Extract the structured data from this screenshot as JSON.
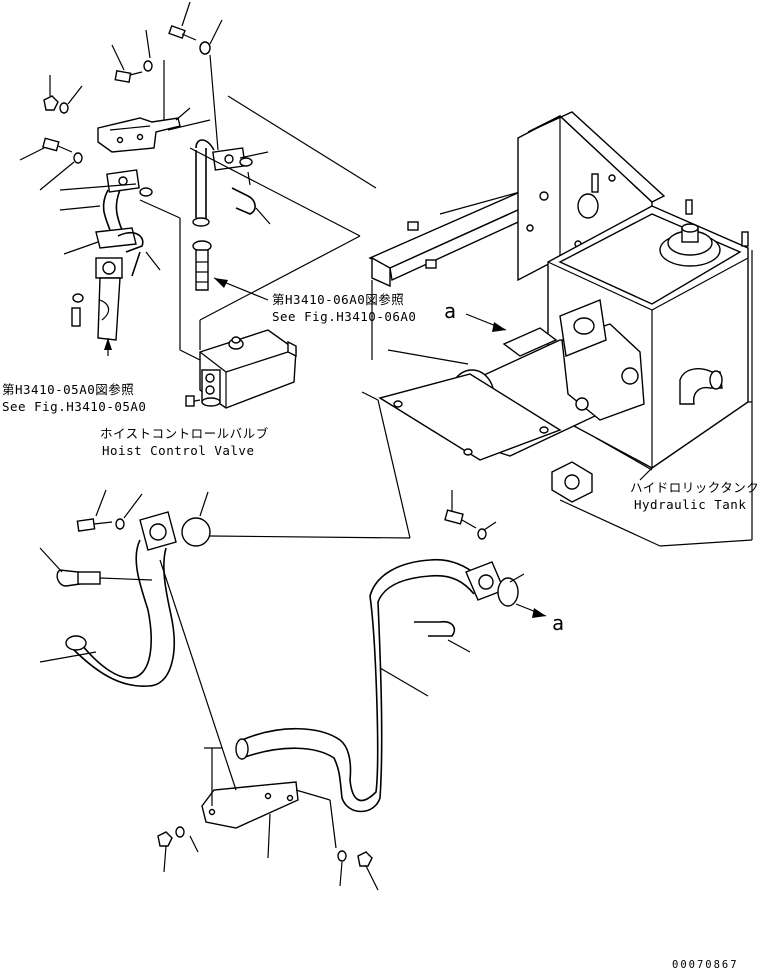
{
  "labels": {
    "ref_06_jp": "第H3410-06A0図参照",
    "ref_06_en": "See Fig.H3410-06A0",
    "ref_05_jp": "第H3410-05A0図参照",
    "ref_05_en": "See Fig.H3410-05A0",
    "hoist_jp": "ホイストコントロールバルブ",
    "hoist_en": "Hoist Control Valve",
    "tank_jp": "ハイドロリックタンク",
    "tank_en": "Hydraulic Tank",
    "marker_a_top": "a",
    "marker_a_bottom": "a",
    "drawing_id": "00070867"
  }
}
